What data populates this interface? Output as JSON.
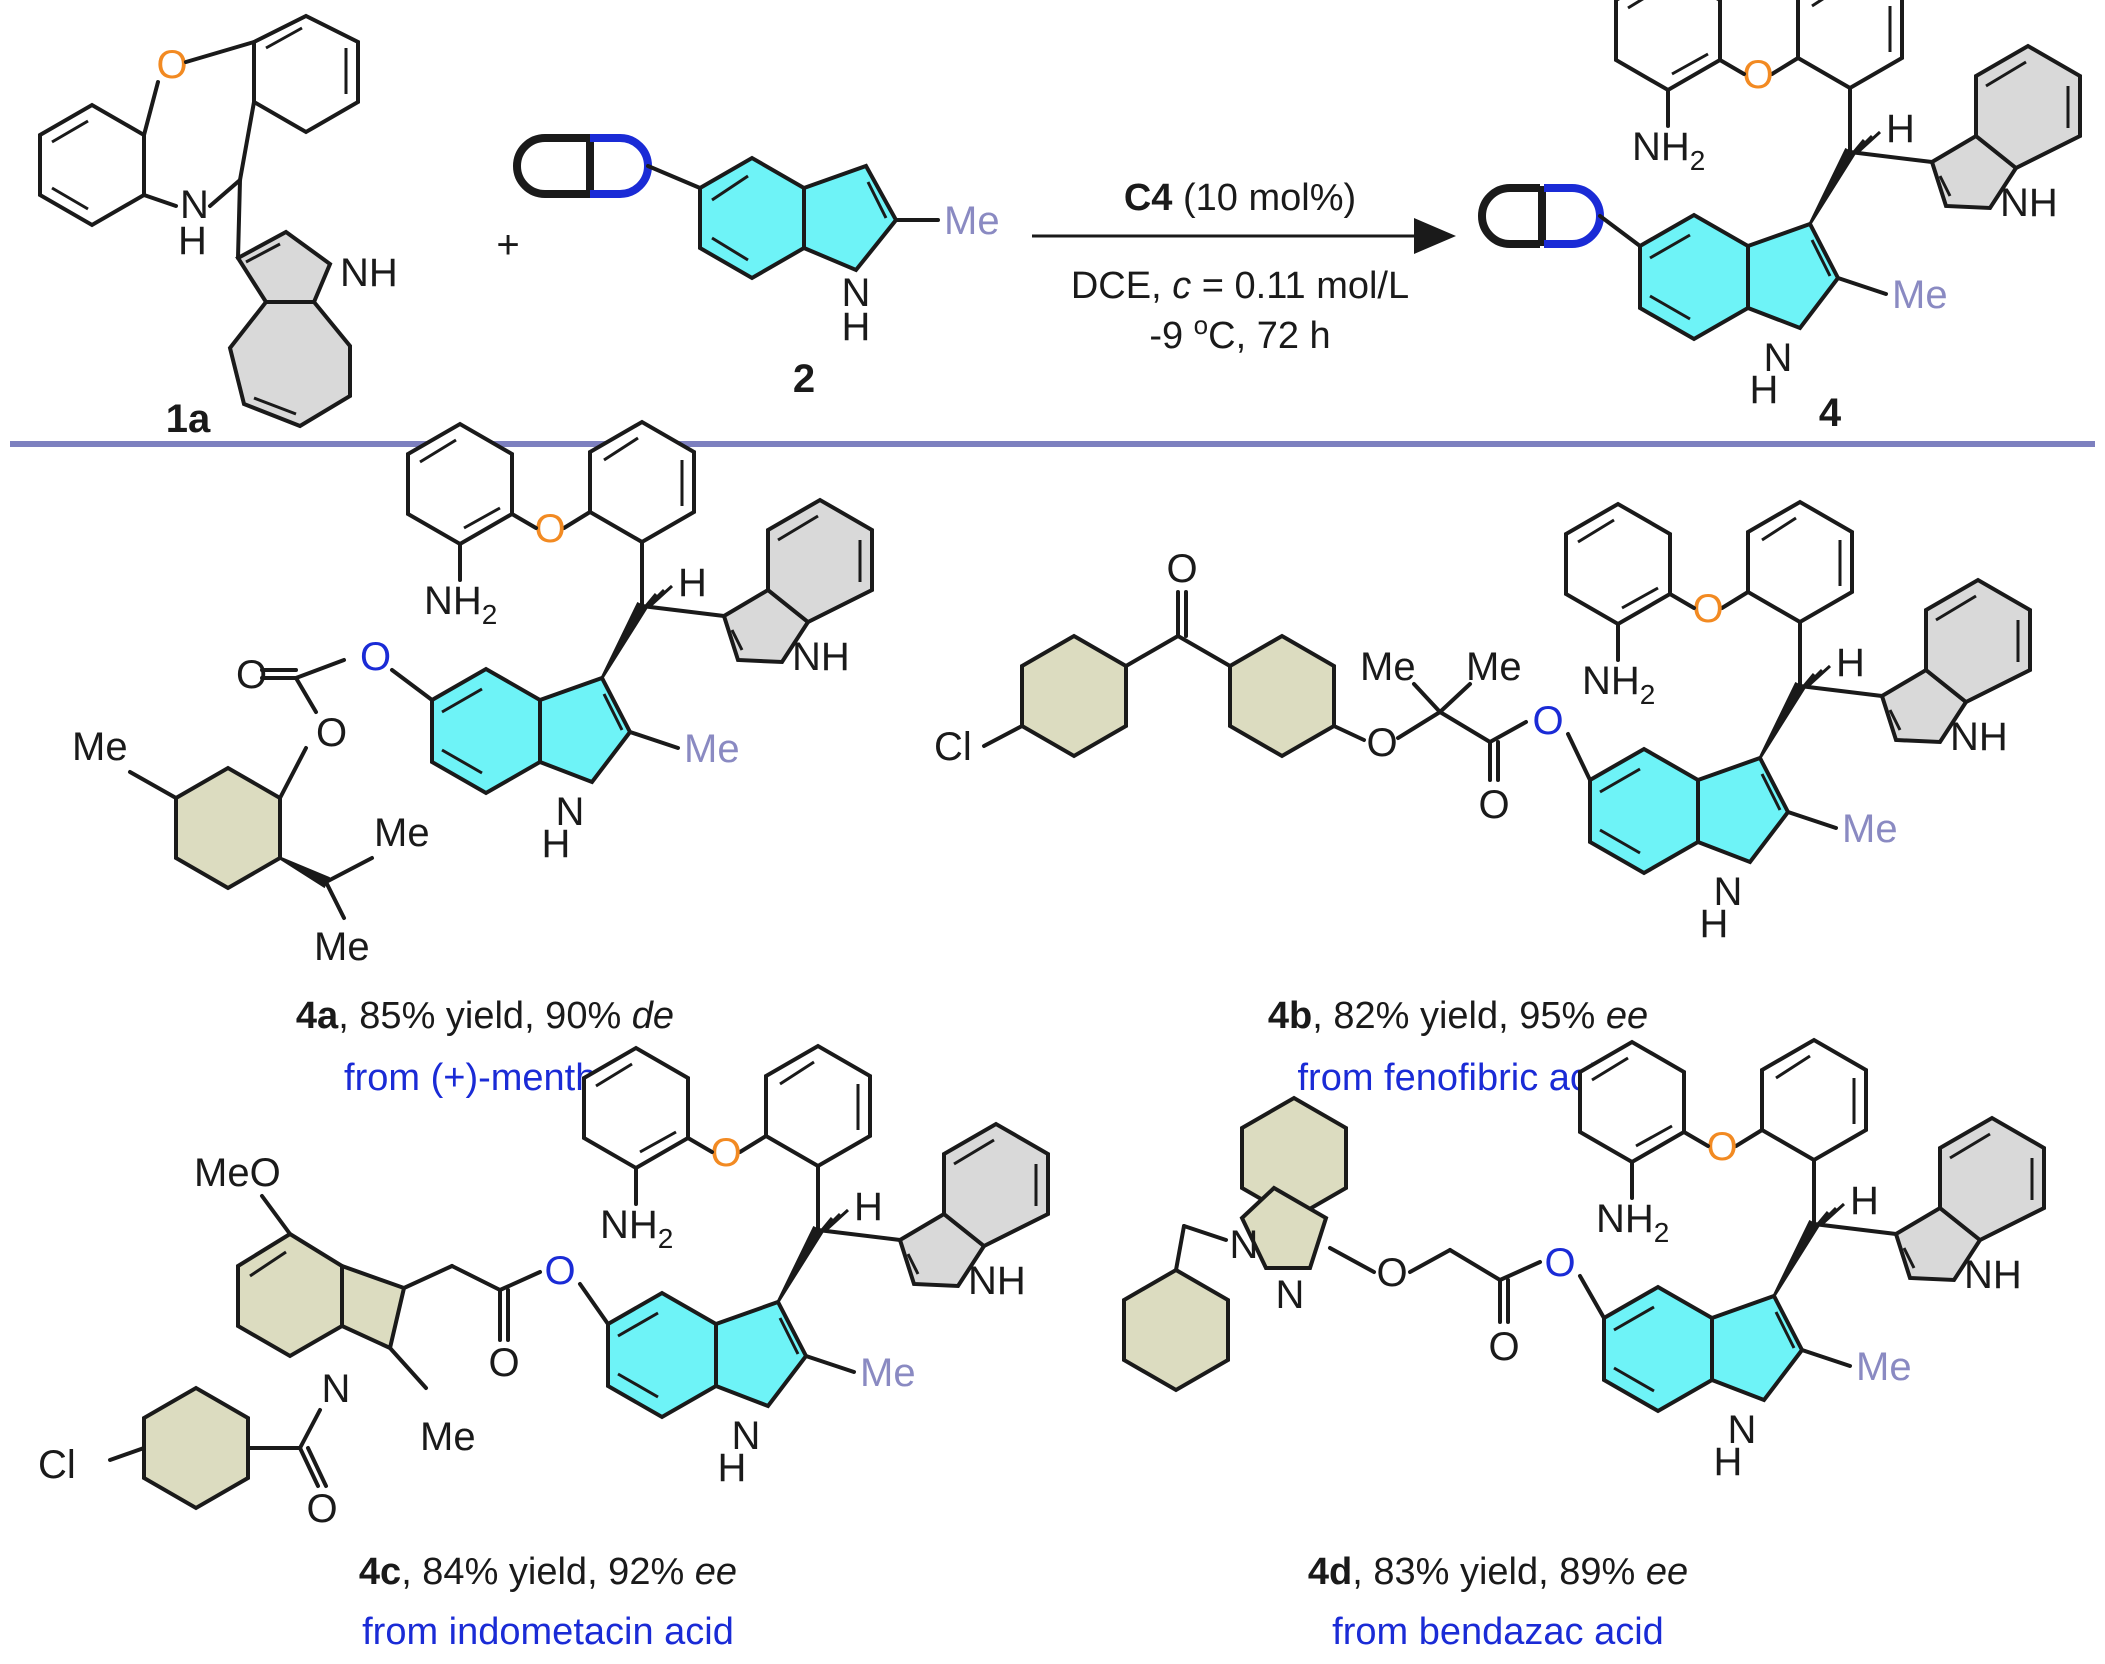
{
  "colors": {
    "oxygen_ring": "#f28a22",
    "ester_oxygen": "#1a2bd6",
    "methyl": "#8a8ac2",
    "indole_fill": "#6ef3f7",
    "ring_gray": "#d9d9d9",
    "ring_khaki": "#dcdcc0",
    "divider": "#7d80bf",
    "source_text": "#1a2bd6"
  },
  "atoms": {
    "O": "O",
    "NH": "NH",
    "N": "N",
    "H": "H",
    "Me": "Me",
    "Cl": "Cl",
    "MeO": "MeO",
    "NH2_main": "NH",
    "NH2_sub": "2"
  },
  "reaction": {
    "reactant1_label": "1a",
    "plus": "+",
    "reactant2_label": "2",
    "catalyst_bold": "C4",
    "catalyst_loading": " (10 mol%)",
    "solvent_prefix": "DCE, ",
    "conc_var": "c",
    "conc_value": " = 0.11 mol/L",
    "temp_prefix": "-9 ",
    "temp_deg": "o",
    "temp_suffix": "C, 72 h",
    "product_label": "4"
  },
  "products": [
    {
      "id": "4a",
      "yield_text": ", 85% yield, 90% ",
      "sel": "de",
      "source": "from (+)-menthol"
    },
    {
      "id": "4b",
      "yield_text": ", 82% yield, 95% ",
      "sel": "ee",
      "source": "from fenofibric acid"
    },
    {
      "id": "4c",
      "yield_text": ", 84% yield, 92% ",
      "sel": "ee",
      "source": "from indometacin acid"
    },
    {
      "id": "4d",
      "yield_text": ", 83% yield, 89% ",
      "sel": "ee",
      "source": "from bendazac acid"
    }
  ]
}
